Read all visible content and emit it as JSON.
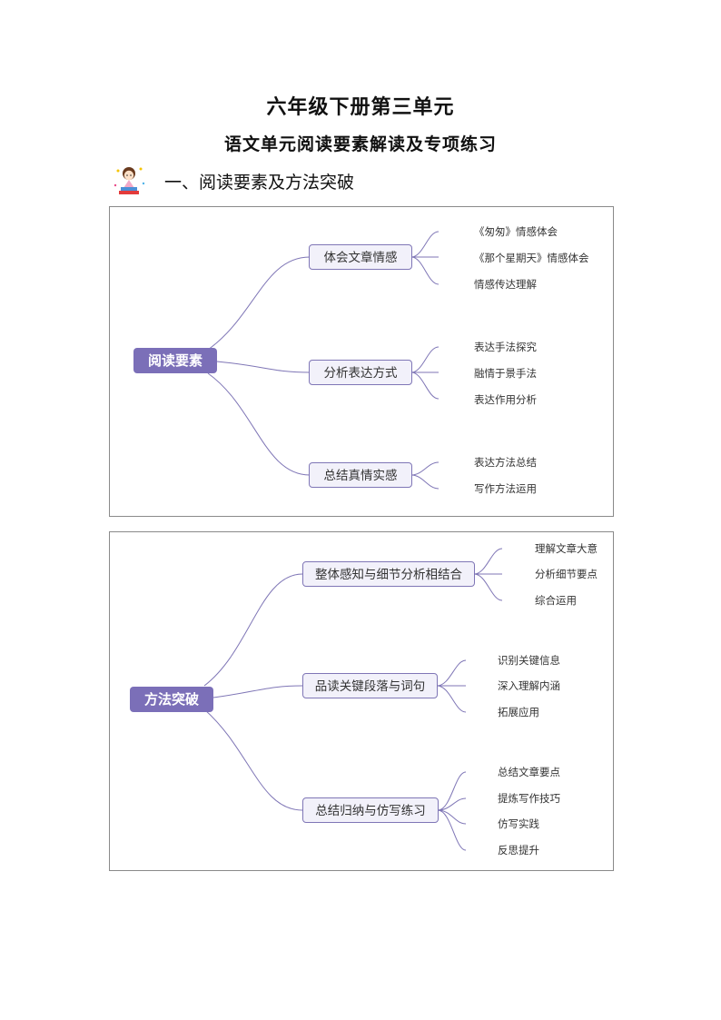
{
  "title_main": "六年级下册第三单元",
  "title_sub": "语文单元阅读要素解读及专项练习",
  "section": {
    "heading": "一、阅读要素及方法突破",
    "icon": "cartoon-girl-icon"
  },
  "colors": {
    "root_fill": "#7b6fb8",
    "node_fill": "#f2f1fa",
    "node_border": "#7f76b6",
    "line": "#7f76b6"
  },
  "map1": {
    "root": "阅读要素",
    "branches": [
      {
        "label": "体会文章情感",
        "leaves": [
          "《匆匆》情感体会",
          "《那个星期天》情感体会",
          "情感传达理解"
        ]
      },
      {
        "label": "分析表达方式",
        "leaves": [
          "表达手法探究",
          "融情于景手法",
          "表达作用分析"
        ]
      },
      {
        "label": "总结真情实感",
        "leaves": [
          "表达方法总结",
          "写作方法运用"
        ]
      }
    ]
  },
  "map2": {
    "root": "方法突破",
    "branches": [
      {
        "label": "整体感知与细节分析相结合",
        "leaves": [
          "理解文章大意",
          "分析细节要点",
          "综合运用"
        ]
      },
      {
        "label": "品读关键段落与词句",
        "leaves": [
          "识别关键信息",
          "深入理解内涵",
          "拓展应用"
        ]
      },
      {
        "label": "总结归纳与仿写练习",
        "leaves": [
          "总结文章要点",
          "提炼写作技巧",
          "仿写实践",
          "反思提升"
        ]
      }
    ]
  }
}
